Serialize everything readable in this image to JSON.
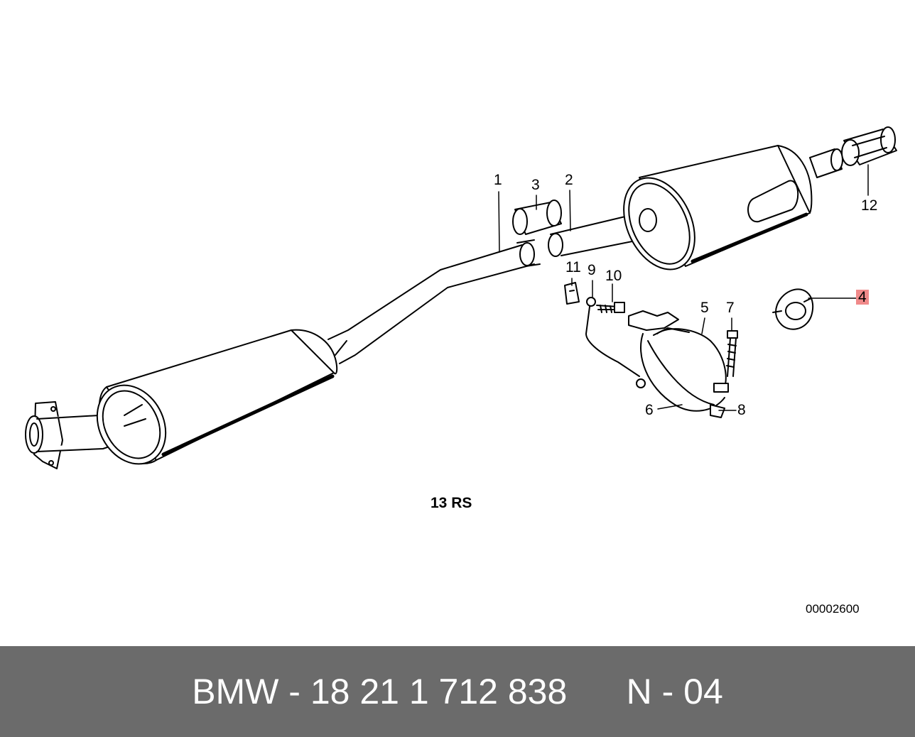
{
  "diagram": {
    "callouts": [
      {
        "id": "1",
        "label": "1"
      },
      {
        "id": "2",
        "label": "2"
      },
      {
        "id": "3",
        "label": "3"
      },
      {
        "id": "4",
        "label": "4",
        "highlighted": true
      },
      {
        "id": "5",
        "label": "5"
      },
      {
        "id": "6",
        "label": "6"
      },
      {
        "id": "7",
        "label": "7"
      },
      {
        "id": "8",
        "label": "8"
      },
      {
        "id": "9",
        "label": "9"
      },
      {
        "id": "10",
        "label": "10"
      },
      {
        "id": "11",
        "label": "11"
      },
      {
        "id": "12",
        "label": "12"
      }
    ],
    "caption": "13  RS",
    "catalog_number": "00002600",
    "highlight_color": "#f08a8a"
  },
  "footer": {
    "text": "BMW - 18 21 1 712 838      N - 04",
    "background": "#6b6b6b",
    "text_color": "#ffffff"
  }
}
